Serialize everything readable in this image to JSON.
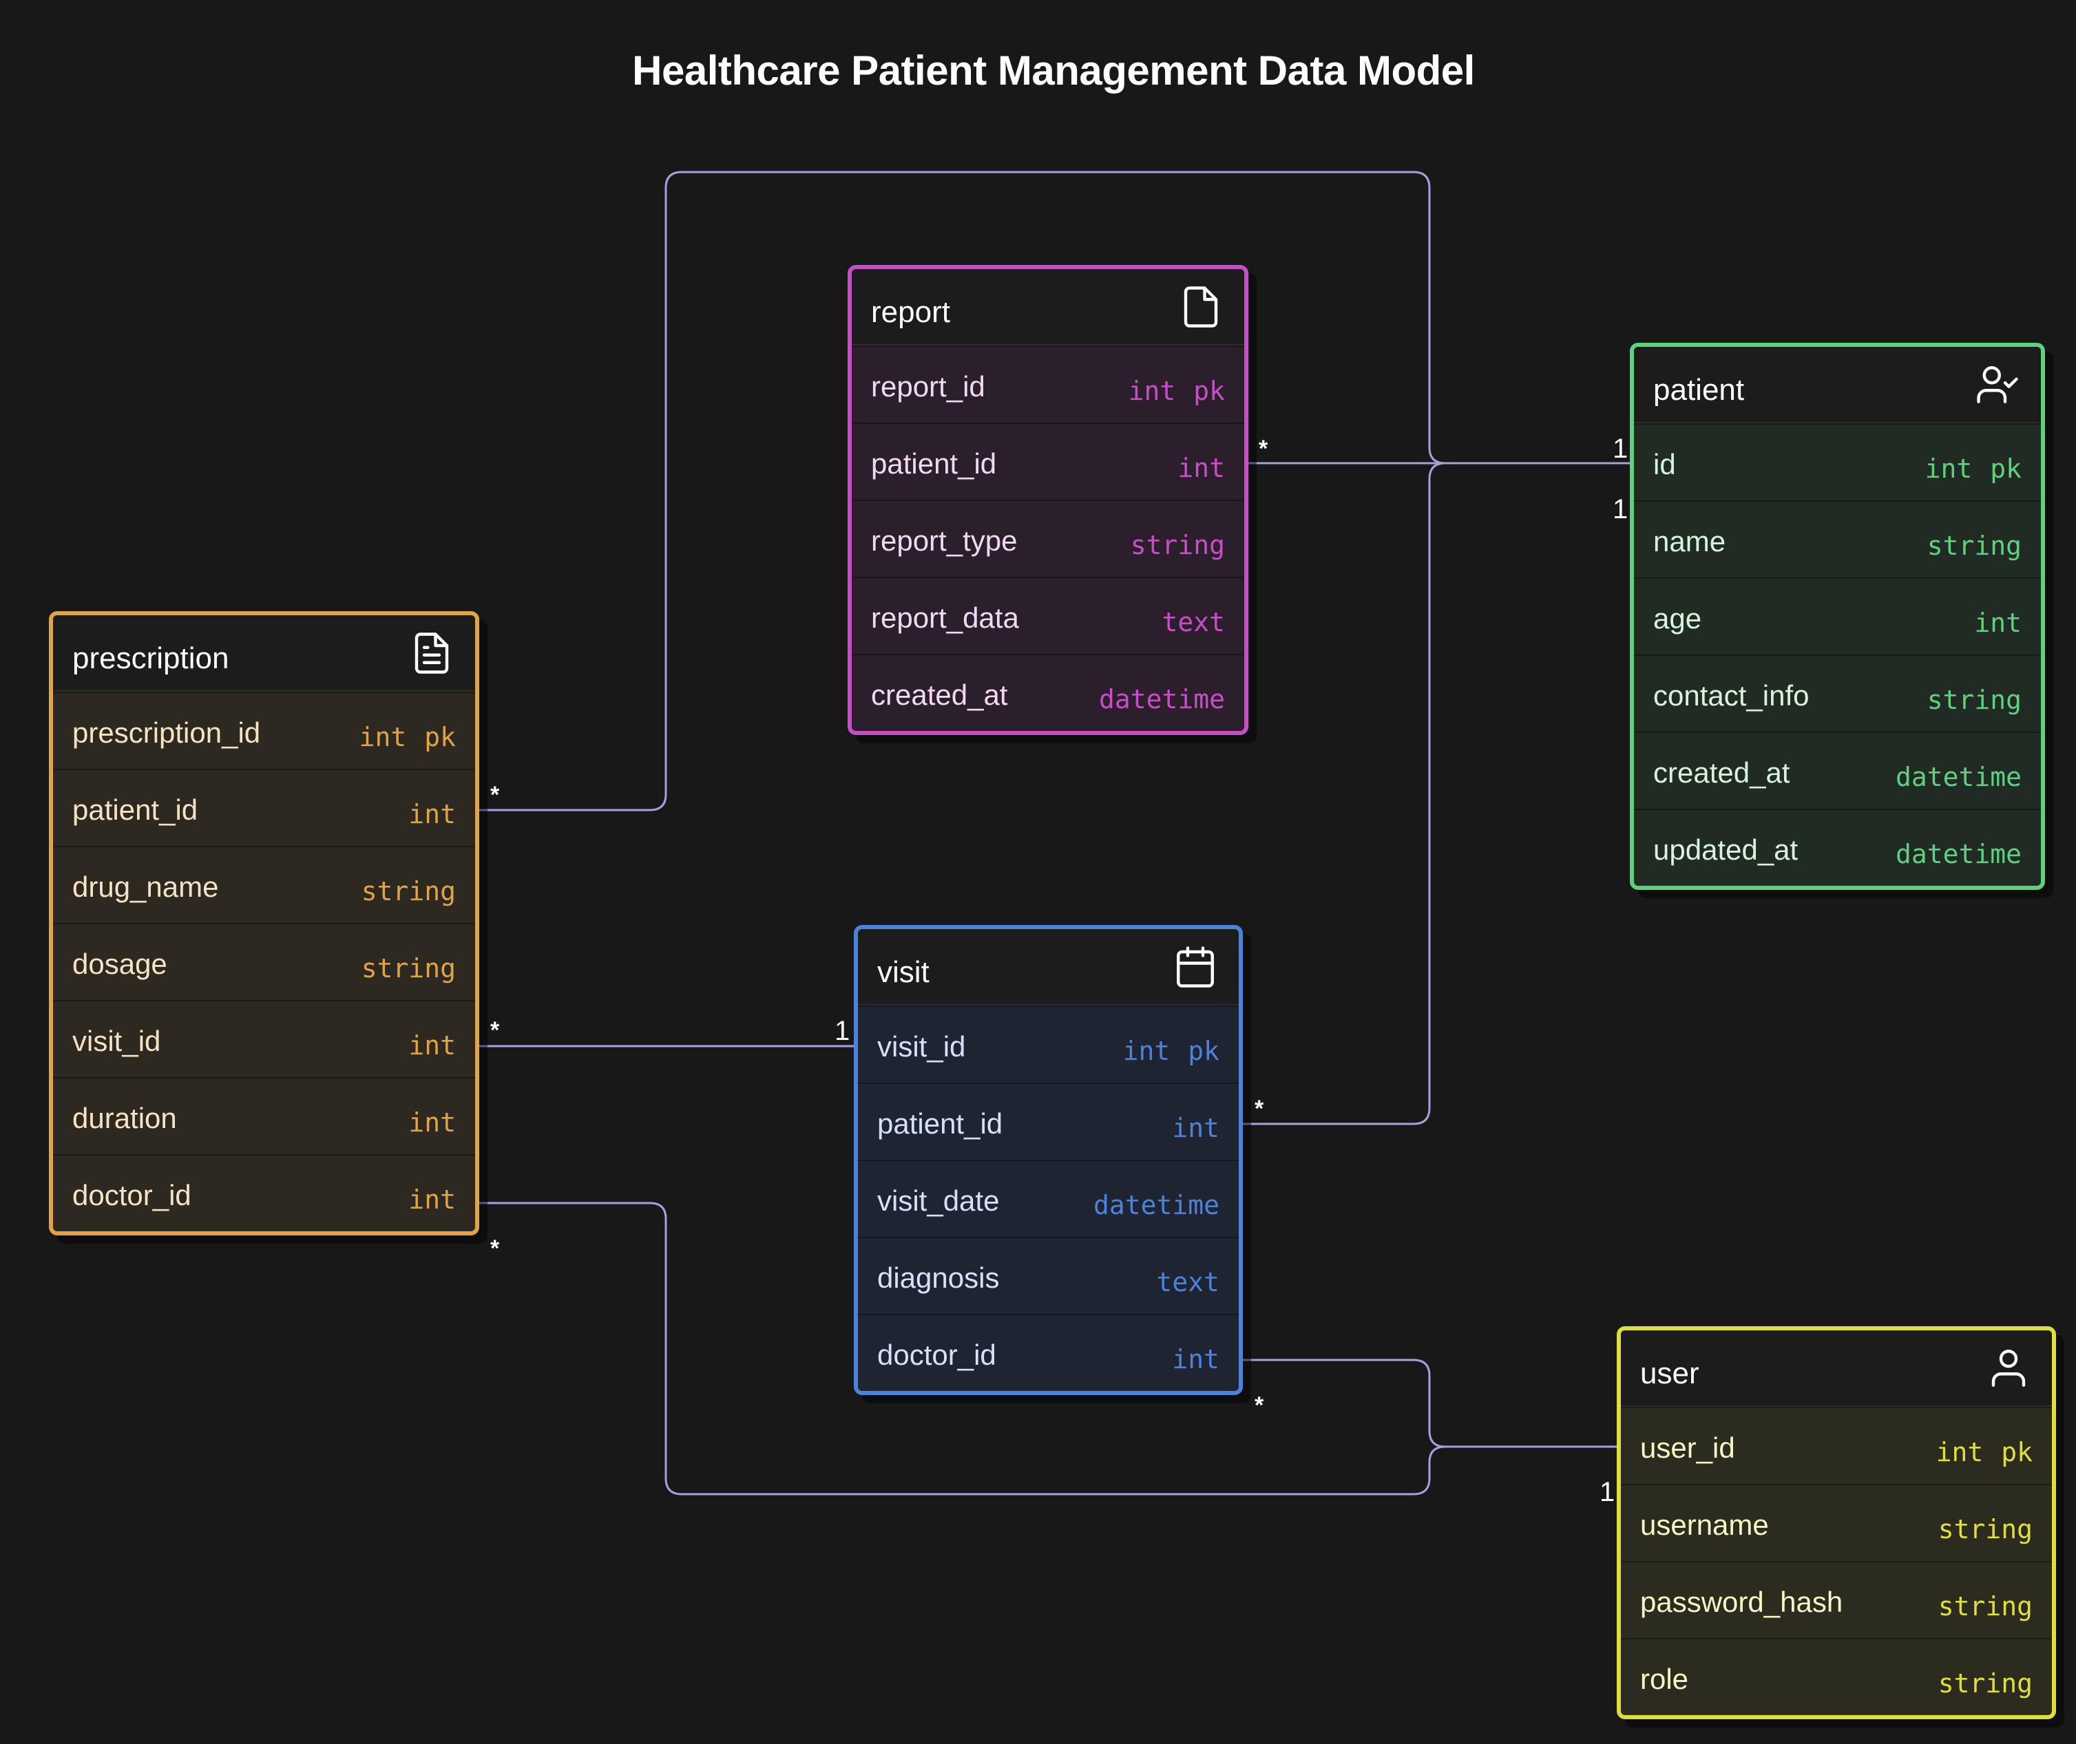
{
  "diagram": {
    "title": "Healthcare Patient Management Data Model"
  },
  "colors": {
    "background": "#181818",
    "connector": "#a89fdc",
    "report": "#c84ec8",
    "patient": "#5ed07e",
    "prescription": "#e0a345",
    "visit": "#4a82dc",
    "user": "#dede3c"
  },
  "entities": {
    "report": {
      "name": "report",
      "icon": "document-icon",
      "fields": [
        {
          "name": "report_id",
          "type": "int",
          "key": "pk"
        },
        {
          "name": "patient_id",
          "type": "int",
          "key": ""
        },
        {
          "name": "report_type",
          "type": "string",
          "key": ""
        },
        {
          "name": "report_data",
          "type": "text",
          "key": ""
        },
        {
          "name": "created_at",
          "type": "datetime",
          "key": ""
        }
      ]
    },
    "patient": {
      "name": "patient",
      "icon": "user-check-icon",
      "fields": [
        {
          "name": "id",
          "type": "int",
          "key": "pk"
        },
        {
          "name": "name",
          "type": "string",
          "key": ""
        },
        {
          "name": "age",
          "type": "int",
          "key": ""
        },
        {
          "name": "contact_info",
          "type": "string",
          "key": ""
        },
        {
          "name": "created_at",
          "type": "datetime",
          "key": ""
        },
        {
          "name": "updated_at",
          "type": "datetime",
          "key": ""
        }
      ]
    },
    "prescription": {
      "name": "prescription",
      "icon": "document-lines-icon",
      "fields": [
        {
          "name": "prescription_id",
          "type": "int",
          "key": "pk"
        },
        {
          "name": "patient_id",
          "type": "int",
          "key": ""
        },
        {
          "name": "drug_name",
          "type": "string",
          "key": ""
        },
        {
          "name": "dosage",
          "type": "string",
          "key": ""
        },
        {
          "name": "visit_id",
          "type": "int",
          "key": ""
        },
        {
          "name": "duration",
          "type": "int",
          "key": ""
        },
        {
          "name": "doctor_id",
          "type": "int",
          "key": ""
        }
      ]
    },
    "visit": {
      "name": "visit",
      "icon": "calendar-icon",
      "fields": [
        {
          "name": "visit_id",
          "type": "int",
          "key": "pk"
        },
        {
          "name": "patient_id",
          "type": "int",
          "key": ""
        },
        {
          "name": "visit_date",
          "type": "datetime",
          "key": ""
        },
        {
          "name": "diagnosis",
          "type": "text",
          "key": ""
        },
        {
          "name": "doctor_id",
          "type": "int",
          "key": ""
        }
      ]
    },
    "user": {
      "name": "user",
      "icon": "user-icon",
      "fields": [
        {
          "name": "user_id",
          "type": "int",
          "key": "pk"
        },
        {
          "name": "username",
          "type": "string",
          "key": ""
        },
        {
          "name": "password_hash",
          "type": "string",
          "key": ""
        },
        {
          "name": "role",
          "type": "string",
          "key": ""
        }
      ]
    }
  },
  "relationships": [
    {
      "from": "report.patient_id",
      "to": "patient.id",
      "from_card": "*",
      "to_card": "1"
    },
    {
      "from": "prescription.patient_id",
      "to": "patient.id",
      "from_card": "*",
      "to_card": "1"
    },
    {
      "from": "visit.patient_id",
      "to": "patient.id",
      "from_card": "*",
      "to_card": "1"
    },
    {
      "from": "prescription.visit_id",
      "to": "visit.visit_id",
      "from_card": "*",
      "to_card": "1"
    },
    {
      "from": "prescription.doctor_id",
      "to": "user.user_id",
      "from_card": "*",
      "to_card": "1"
    },
    {
      "from": "visit.doctor_id",
      "to": "user.user_id",
      "from_card": "*",
      "to_card": "1"
    }
  ]
}
